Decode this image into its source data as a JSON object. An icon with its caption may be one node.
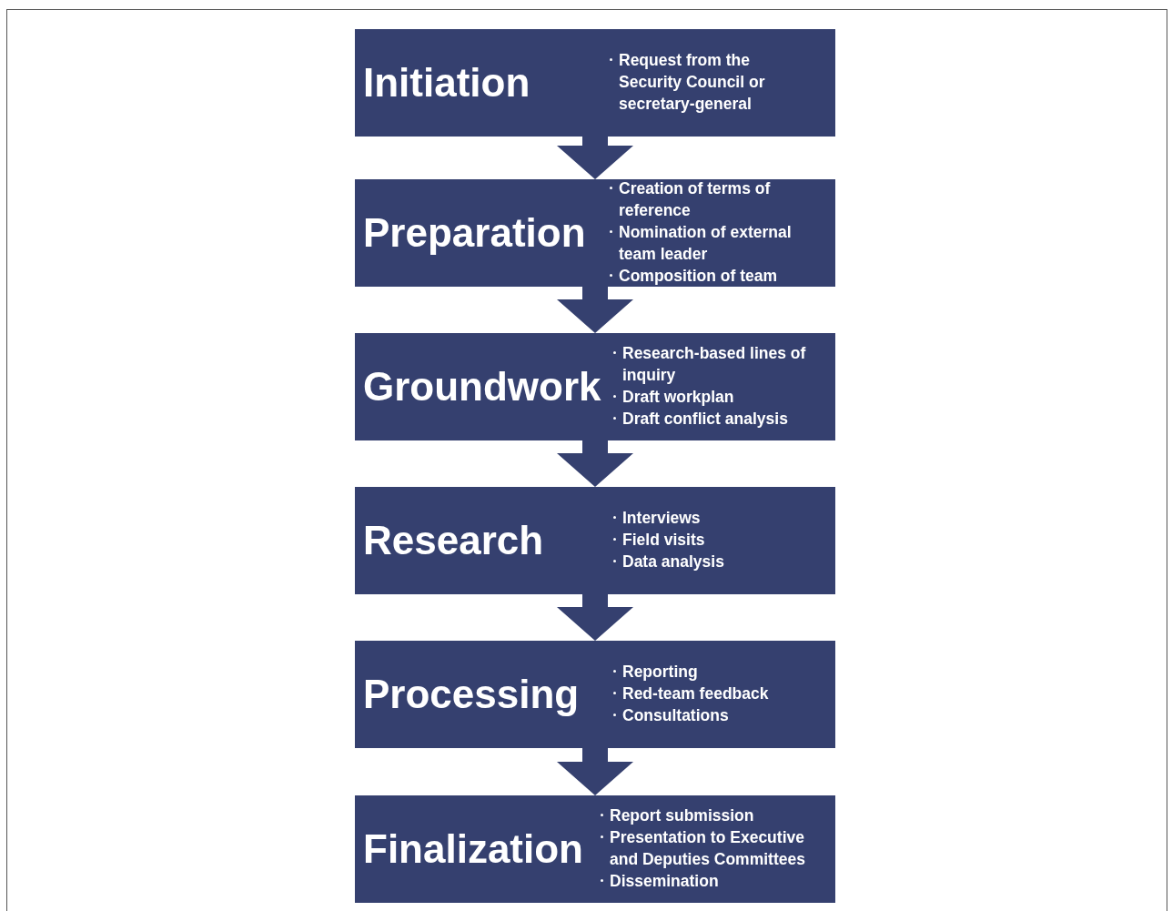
{
  "diagram": {
    "nodes": [
      {
        "text": [
          "Initiation",
          "Request from the Security Council or secretary-general"
        ]
      },
      {
        "text": [
          "Preparation",
          "Creation of terms of reference",
          "Nomination of external team leader",
          "Composition of team"
        ]
      },
      {
        "text": [
          "Groundwork",
          "Research-based lines of inquiry",
          "Draft workplan",
          "Draft conflict analysis"
        ]
      },
      {
        "text": [
          "Research",
          "Interviews",
          "Field visits",
          "Data analysis"
        ]
      },
      {
        "text": [
          "Processing",
          "Reporting",
          "Red-team feedback",
          "Consultations"
        ]
      },
      {
        "text": [
          "Finalization",
          "Report submission",
          "Presentation to Executive and Deputies Committees",
          "Dissemination"
        ]
      }
    ],
    "edges": [
      {
        "from": 0,
        "to": 1,
        "arrow": "to"
      },
      {
        "from": 1,
        "to": 2,
        "arrow": "to"
      },
      {
        "from": 2,
        "to": 3,
        "arrow": "to"
      },
      {
        "from": 3,
        "to": 4,
        "arrow": "to"
      },
      {
        "from": 4,
        "to": 5,
        "arrow": "to"
      }
    ]
  }
}
